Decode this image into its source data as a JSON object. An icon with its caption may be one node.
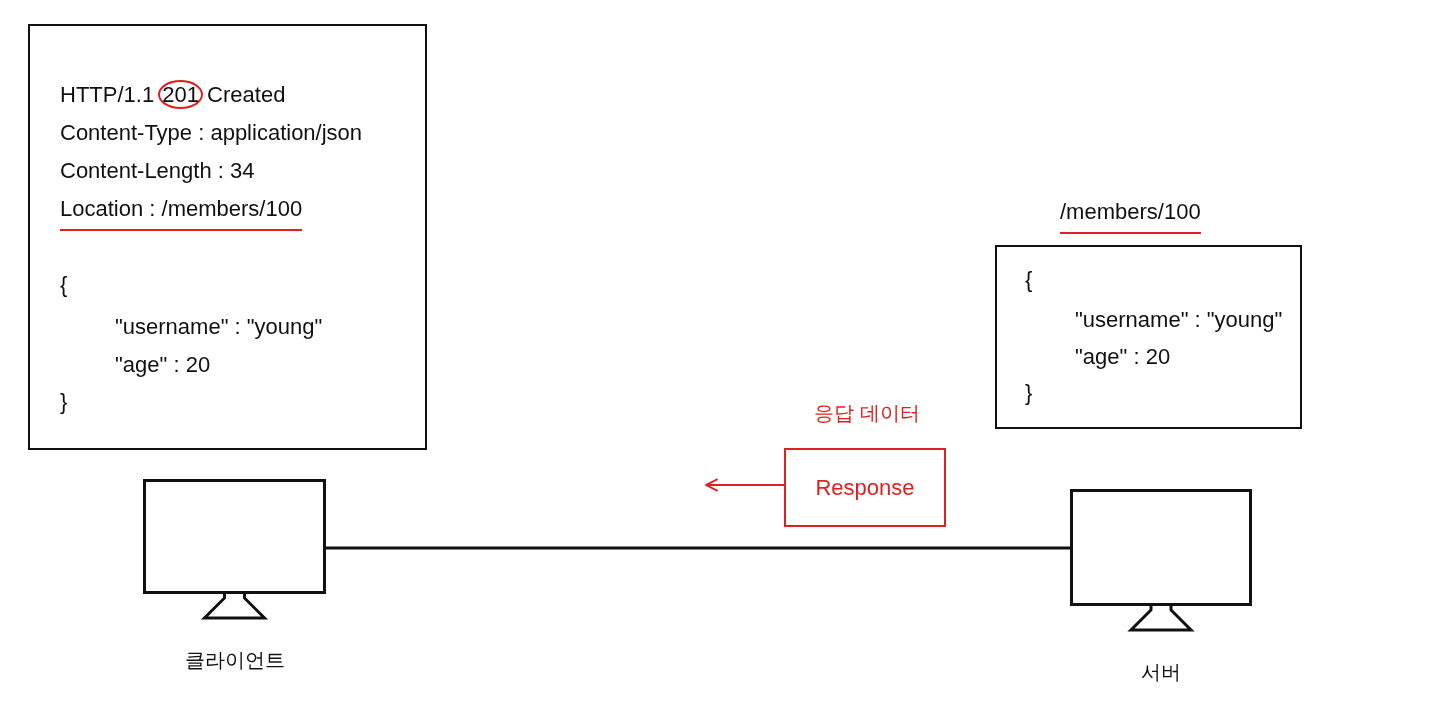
{
  "diagram": {
    "nodes": [
      {
        "text": [
          "HTTP/1.1 201 Created",
          "Content-Type : application/json",
          "Content-Length : 34",
          "Location : /members/100",
          "{",
          "\"username\" : \"young\"",
          "\"age\" : 20",
          "}"
        ]
      },
      {
        "text": [],
        "shape": "monitor",
        "beside": [
          "클라이언트"
        ]
      },
      {
        "text": [
          "/members/100",
          "{",
          "\"username\" : \"young\"",
          "\"age\" : 20",
          "}"
        ]
      },
      {
        "text": [
          "Response"
        ],
        "beside": [
          "응답 데이터"
        ]
      },
      {
        "text": [],
        "shape": "monitor",
        "beside": [
          "서버"
        ]
      }
    ],
    "edges": [
      {
        "from": 1,
        "to": 4,
        "arrow": "none"
      },
      {
        "from": 3,
        "to": null,
        "arrow": "to",
        "color": "#e02020"
      }
    ]
  }
}
